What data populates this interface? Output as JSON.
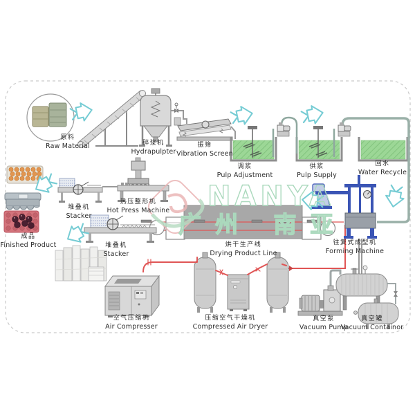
{
  "watermark": {
    "brand": "NANYA",
    "brand_zh": "广州 南亚"
  },
  "stages": [
    {
      "id": "raw-material",
      "zh": "原料",
      "en": "Raw Material"
    },
    {
      "id": "hydrapulpter",
      "zh": "碎浆机",
      "en": "Hydrapulpter"
    },
    {
      "id": "vibration-screen",
      "zh": "振筛",
      "en": "Vibration Screen"
    },
    {
      "id": "pulp-adjustment",
      "zh": "调浆",
      "en": "Pulp Adjustment"
    },
    {
      "id": "pulp-supply",
      "zh": "供浆",
      "en": "Pulp Supply"
    },
    {
      "id": "water-recycle",
      "zh": "回水",
      "en": "Water Recycle"
    },
    {
      "id": "hot-press",
      "zh": "热压整形机",
      "en": "Hot Press Machine"
    },
    {
      "id": "stacker-1",
      "zh": "堆叠机",
      "en": "Stacker"
    },
    {
      "id": "finished-product",
      "zh": "成品",
      "en": "Finished Product"
    },
    {
      "id": "stacker-2",
      "zh": "堆叠机",
      "en": "Stacker"
    },
    {
      "id": "drying-line",
      "zh": "烘干生产线",
      "en": "Drying Product Line"
    },
    {
      "id": "forming-machine",
      "zh": "往复式成型机",
      "en": "Forming Machine"
    },
    {
      "id": "air-compressor",
      "zh": "空气压缩机",
      "en": "Air Compresser"
    },
    {
      "id": "air-dryer",
      "zh": "压缩空气干燥机",
      "en": "Compressed Air Dryer"
    },
    {
      "id": "vacuum-pump",
      "zh": "真空泵",
      "en": "Vacuum Pump"
    },
    {
      "id": "vacuum-container",
      "zh": "真空罐",
      "en": "Vacuum Containor"
    }
  ],
  "colors": {
    "pulp_green": "#9ad593",
    "flow_arrow_cyan": "#76ccd4",
    "pipe_red": "#e05555",
    "machine_blue": "#3b55b5",
    "watermark_green": "#abd9bd",
    "machine_gray": "#a8a8a8"
  }
}
